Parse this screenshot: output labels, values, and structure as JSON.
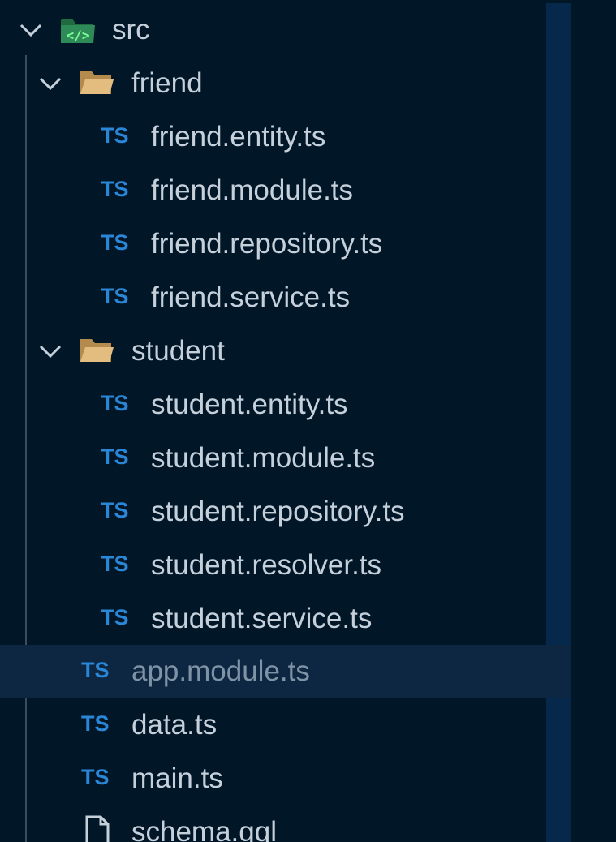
{
  "tree": {
    "root": {
      "label": "src",
      "icon": "src-folder-icon",
      "expanded": true
    },
    "friend_folder": {
      "label": "friend",
      "icon": "folder-open-icon",
      "expanded": true,
      "files": [
        {
          "badge": "TS",
          "label": "friend.entity.ts"
        },
        {
          "badge": "TS",
          "label": "friend.module.ts"
        },
        {
          "badge": "TS",
          "label": "friend.repository.ts"
        },
        {
          "badge": "TS",
          "label": "friend.service.ts"
        }
      ]
    },
    "student_folder": {
      "label": "student",
      "icon": "folder-open-icon",
      "expanded": true,
      "files": [
        {
          "badge": "TS",
          "label": "student.entity.ts"
        },
        {
          "badge": "TS",
          "label": "student.module.ts"
        },
        {
          "badge": "TS",
          "label": "student.repository.ts"
        },
        {
          "badge": "TS",
          "label": "student.resolver.ts"
        },
        {
          "badge": "TS",
          "label": "student.service.ts"
        }
      ]
    },
    "root_files": [
      {
        "badge": "TS",
        "label": "app.module.ts",
        "selected": true
      },
      {
        "badge": "TS",
        "label": "data.ts"
      },
      {
        "badge": "TS",
        "label": "main.ts"
      },
      {
        "badge": "",
        "label": "schema.gql",
        "icon": "file-icon"
      }
    ]
  },
  "colors": {
    "background": "#011627",
    "selected_row": "#0d2742",
    "ts_badge": "#2a86d6",
    "folder": "#e2bd7f",
    "src_folder": "#2e8b57",
    "text": "#c5d0db",
    "selected_text": "#7f93a6"
  }
}
